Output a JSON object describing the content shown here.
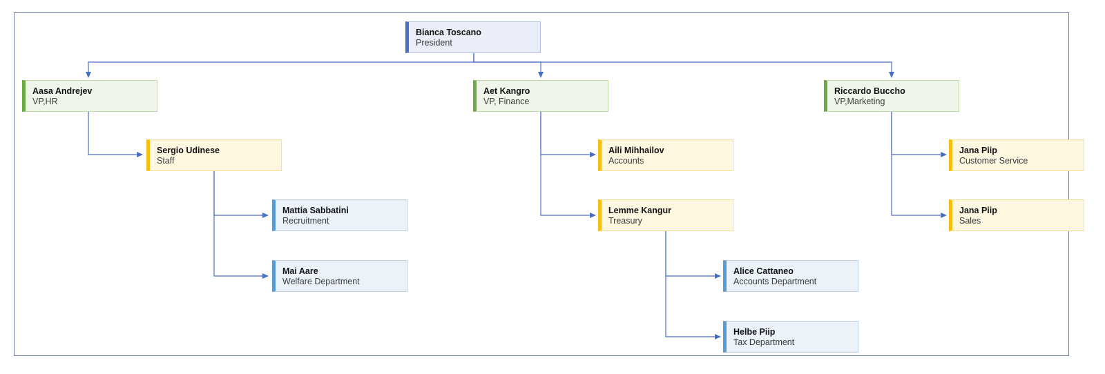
{
  "org_chart": {
    "president": {
      "name": "Bianca Toscano",
      "role": "President"
    },
    "vp_hr": {
      "name": "Aasa Andrejev",
      "role": "VP,HR"
    },
    "vp_finance": {
      "name": "Aet Kangro",
      "role": "VP, Finance"
    },
    "vp_marketing": {
      "name": "Riccardo Buccho",
      "role": "VP,Marketing"
    },
    "hr_staff": {
      "name": "Sergio Udinese",
      "role": "Staff"
    },
    "hr_recruitment": {
      "name": "Mattia Sabbatini",
      "role": "Recruitment"
    },
    "hr_welfare": {
      "name": "Mai Aare",
      "role": "Welfare Department"
    },
    "fin_accounts": {
      "name": "Aili Mihhailov",
      "role": "Accounts"
    },
    "fin_treasury": {
      "name": "Lemme Kangur",
      "role": "Treasury"
    },
    "fin_accounts_dept": {
      "name": "Alice Cattaneo",
      "role": "Accounts Department"
    },
    "fin_tax": {
      "name": "Helbe Piip",
      "role": "Tax Department"
    },
    "mkt_customer_service": {
      "name": "Jana Piip",
      "role": "Customer Service"
    },
    "mkt_sales": {
      "name": "Jana Piip",
      "role": "Sales"
    }
  },
  "colors": {
    "connector": "#4a6fc2",
    "president_accent": "#4a6fc2",
    "vp_accent": "#6aaa3f",
    "manager_accent": "#f5be10",
    "staff_accent": "#5b9bd5"
  }
}
